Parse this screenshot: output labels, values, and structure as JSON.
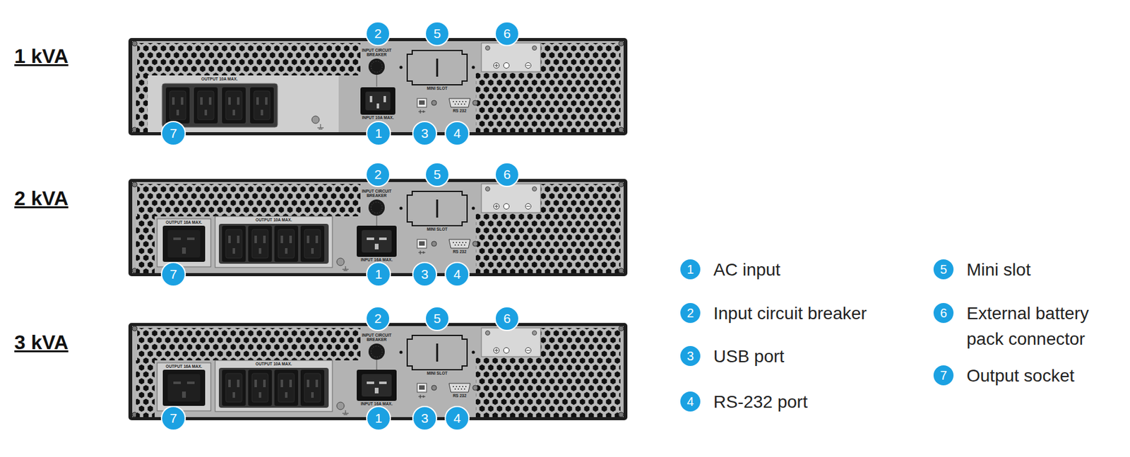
{
  "diagram": {
    "labels": [
      "1 kVA",
      "OUTPUT 10A MAX.",
      "INPUT CIRCUIT BREAKER",
      "INPUT 10A MAX.",
      "MINI SLOT",
      "RS 232",
      "2",
      "5",
      "6",
      "7",
      "1",
      "3",
      "4",
      "2 kVA",
      "OUTPUT 16A MAX.",
      "OUTPUT 10A MAX.",
      "INPUT CIRCUIT BREAKER",
      "INPUT 16A MAX.",
      "MINI SLOT",
      "RS 232",
      "2",
      "5",
      "6",
      "7",
      "1",
      "3",
      "4",
      "3 kVA",
      "OUTPUT 16A MAX.",
      "OUTPUT 10A MAX.",
      "INPUT CIRCUIT BREAKER",
      "INPUT 16A MAX.",
      "MINI SLOT",
      "RS 232",
      "2",
      "5",
      "6",
      "7",
      "1",
      "3",
      "4",
      "1",
      "2",
      "3",
      "4",
      "5",
      "6",
      "7"
    ],
    "legend": [
      {
        "text": "AC input",
        "color": "#1ba1e2"
      },
      {
        "text": "Input circuit breaker",
        "color": "#1ba1e2"
      },
      {
        "text": "USB port",
        "color": "#1ba1e2"
      },
      {
        "text": "RS-232 port",
        "color": "#1ba1e2"
      },
      {
        "text": "Mini slot",
        "color": "#1ba1e2"
      },
      {
        "text": "External battery pack connector",
        "color": "#1ba1e2"
      },
      {
        "text": "Output socket",
        "color": "#1ba1e2"
      }
    ]
  }
}
